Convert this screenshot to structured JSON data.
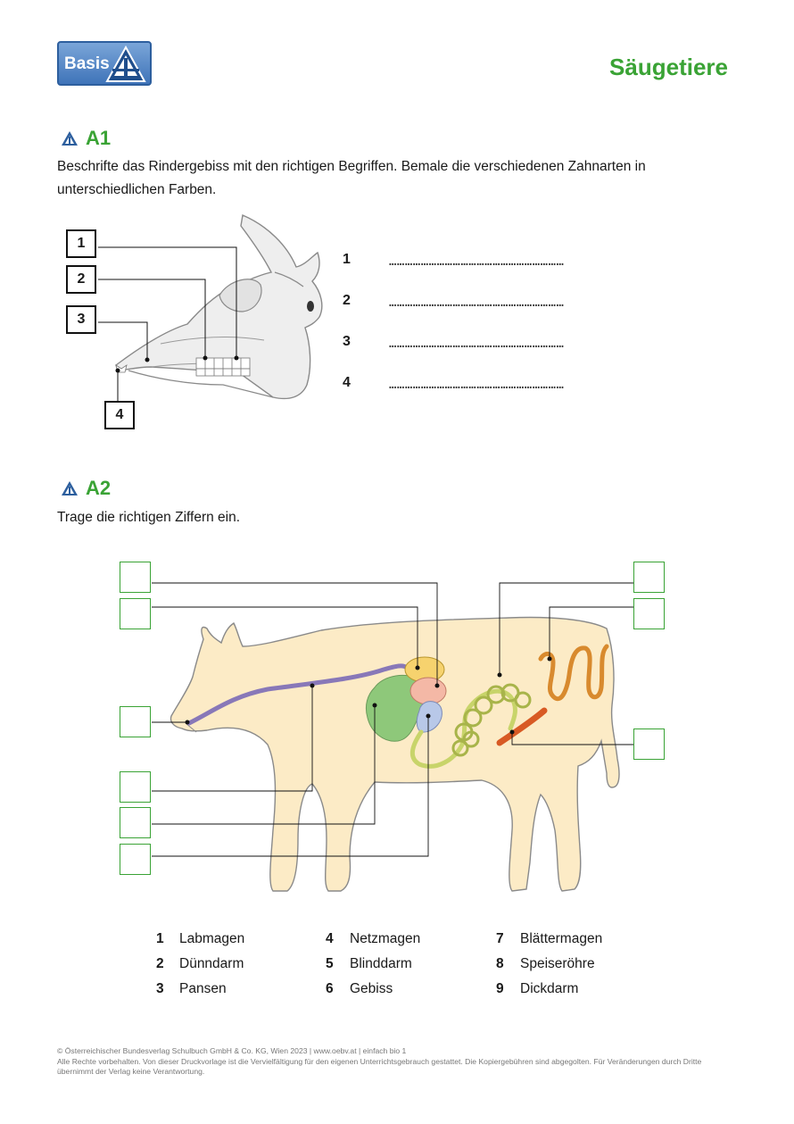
{
  "header": {
    "logo_text": "Basis",
    "title": "Säugetiere"
  },
  "task1": {
    "heading": "A1",
    "instruction": "Beschrifte das Rindergebiss mit den richtigen Begriffen. Bemale die verschiedenen Zahnarten in unterschiedlichen Farben.",
    "label_boxes": [
      "1",
      "2",
      "3",
      "4"
    ],
    "answer_lines": [
      {
        "num": "1",
        "dots": "…………………………………………………………"
      },
      {
        "num": "2",
        "dots": "…………………………………………………………"
      },
      {
        "num": "3",
        "dots": "…………………………………………………………"
      },
      {
        "num": "4",
        "dots": "…………………………………………………………"
      }
    ]
  },
  "task2": {
    "heading": "A2",
    "instruction": "Trage die richtigen Ziffern ein.",
    "legend": [
      {
        "num": "1",
        "term": "Labmagen"
      },
      {
        "num": "2",
        "term": "Dünndarm"
      },
      {
        "num": "3",
        "term": "Pansen"
      },
      {
        "num": "4",
        "term": "Netzmagen"
      },
      {
        "num": "5",
        "term": "Blinddarm"
      },
      {
        "num": "6",
        "term": "Gebiss"
      },
      {
        "num": "7",
        "term": "Blättermagen"
      },
      {
        "num": "8",
        "term": "Speiseröhre"
      },
      {
        "num": "9",
        "term": "Dickdarm"
      }
    ]
  },
  "footer": {
    "line1": "© Österreichischer Bundesverlag Schulbuch GmbH & Co. KG, Wien 2023 | www.oebv.at | einfach bio 1",
    "line2": "Alle Rechte vorbehalten. Von dieser Druckvorlage ist die Vervielfältigung für den eigenen Unterrichtsgebrauch gestattet. Die Kopiergebühren sind abgegolten. Für Veränderungen durch Dritte übernimmt der Verlag keine Verantwortung."
  },
  "colors": {
    "accent_green": "#3aa335",
    "logo_blue": "#3f74b9",
    "cow_body": "#fcebc6",
    "skull_fill": "#eeeeee"
  }
}
